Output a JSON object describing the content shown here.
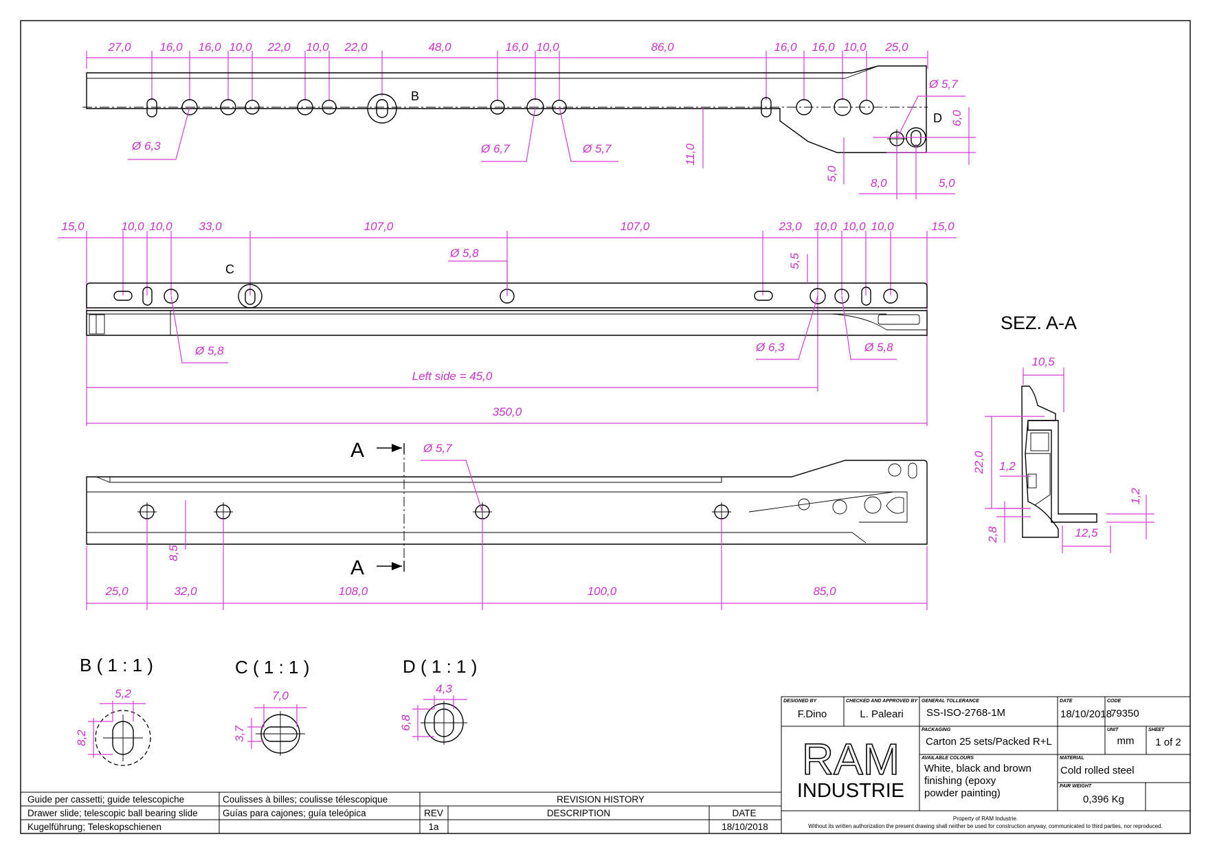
{
  "top_view": {
    "dims_top": [
      "27,0",
      "16,0",
      "16,0",
      "10,0",
      "22,0",
      "10,0",
      "22,0",
      "48,0",
      "16,0",
      "10,0",
      "86,0",
      "16,0",
      "16,0",
      "10,0",
      "25,0"
    ],
    "callouts": [
      "Ø 6,3",
      "Ø 6,7",
      "Ø 5,7",
      "Ø 5,7"
    ],
    "label_b": "B",
    "label_d": "D",
    "dim_11": "11,0",
    "dim_6": "6,0",
    "dim_5v": "5,0",
    "dim_8": "8,0",
    "dim_5h": "5,0"
  },
  "side_view": {
    "dims_top": [
      "15,0",
      "10,0",
      "10,0",
      "33,0",
      "107,0",
      "107,0",
      "23,0",
      "10,0",
      "10,0",
      "10,0",
      "15,0"
    ],
    "label_c": "C",
    "dim_55": "5,5",
    "callout_58_top": "Ø 5,8",
    "callout_58_left": "Ø 5,8",
    "callout_63": "Ø 6,3",
    "callout_58_right": "Ø 5,8",
    "left_side": "Left side = 45,0",
    "overall": "350,0"
  },
  "bottom_view": {
    "section_a": "A",
    "callout_57": "Ø 5,7",
    "dim_85": "8,5",
    "dims_bottom": [
      "25,0",
      "32,0",
      "108,0",
      "100,0",
      "85,0"
    ]
  },
  "section": {
    "title": "SEZ. A-A",
    "dims": [
      "10,5",
      "22,0",
      "1,2",
      "1,2",
      "2,8",
      "12,5"
    ]
  },
  "details": [
    {
      "title": "B ( 1 : 1 )",
      "w": "5,2",
      "h": "8,2"
    },
    {
      "title": "C ( 1 : 1 )",
      "w": "7,0",
      "h": "3,7"
    },
    {
      "title": "D ( 1 : 1 )",
      "w": "4,3",
      "h": "6,8"
    }
  ],
  "title_block": {
    "designed_by_label": "DESIGNED BY",
    "designed_by": "F.Dino",
    "checked_label": "CHECKED AND APPROVED BY",
    "checked": "L. Paleari",
    "tolerance_label": "GENERAL TOLLERANCE",
    "tolerance": "SS-ISO-2768-1M",
    "date_label": "DATE",
    "date": "18/10/2018",
    "code_label": "CODE",
    "code": "79350",
    "packaging_label": "PACKAGING",
    "packaging": "Carton 25 sets/Packed R+L",
    "unit_label": "UNIT",
    "unit": "mm",
    "sheet_label": "SHEET",
    "sheet": "1 of 2",
    "logo_line1": "RAM",
    "logo_line2": "INDUSTRIE",
    "colours_label": "AVAILABLE COLOURS",
    "colours": [
      "White, black and brown",
      "finishing (epoxy",
      "powder painting)"
    ],
    "material_label": "MATERIAL",
    "material": "Cold rolled steel",
    "weight_label": "PAIR WEIGHT",
    "weight": "0,396 Kg",
    "property": "Property of RAM Industrie.",
    "notice": "Without its written authorization the present drawing shall neither be used for construction anyway, communicated to third parties, nor reproduced."
  },
  "names_block": {
    "it": "Guide per cassetti; guide telescopiche",
    "fr": "Coulisses à billes; coulisse télescopique",
    "en": "Drawer slide; telescopic ball bearing slide",
    "es": "Guías para cajones; guía teleópica",
    "de": "Kugelführung; Teleskopschienen"
  },
  "revision": {
    "header": "REVISION HISTORY",
    "col_rev": "REV",
    "col_desc": "DESCRIPTION",
    "col_date": "DATE",
    "rows": [
      {
        "rev": "1a",
        "description": "",
        "date": "18/10/2018"
      }
    ]
  },
  "colors": {
    "dimension": "#d23cd2",
    "line": "#000000"
  }
}
